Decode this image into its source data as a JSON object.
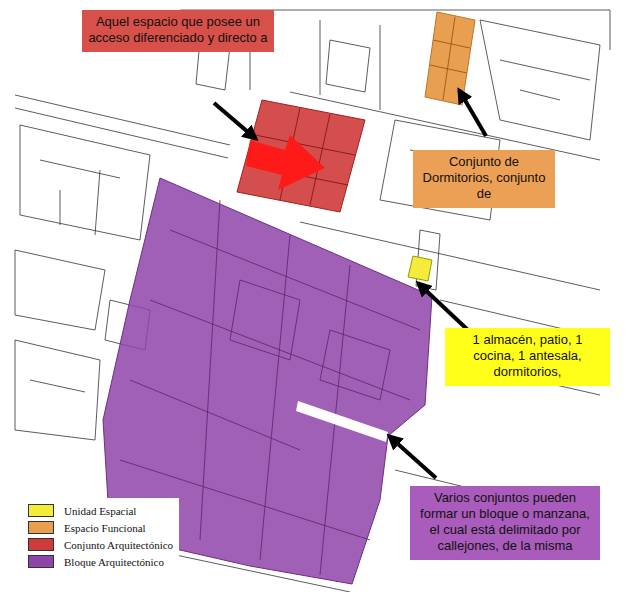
{
  "diagram": {
    "nodes": [
      {
        "text": [
          "Aquel espacio que posee un acceso diferenciado y directo a"
        ]
      },
      {
        "text": [
          "Conjunto de Dormitorios, conjunto de"
        ]
      },
      {
        "text": [
          "1 almacén, patio, 1 cocina, 1 antesala, dormitorios,"
        ]
      },
      {
        "text": [
          "Varios conjuntos pueden formar un bloque o manzana, el cual está delimitado por callejones, de la misma"
        ]
      }
    ],
    "legend": [
      {
        "text": "Unidad Espacial",
        "color": "#f4ec3a"
      },
      {
        "text": "Espacio Funcional",
        "color": "#e8a050"
      },
      {
        "text": "Conjunto Arquitectónico",
        "color": "#cf3b3b"
      },
      {
        "text": "Bloque Arquitectónico",
        "color": "#8e44a8"
      }
    ]
  }
}
